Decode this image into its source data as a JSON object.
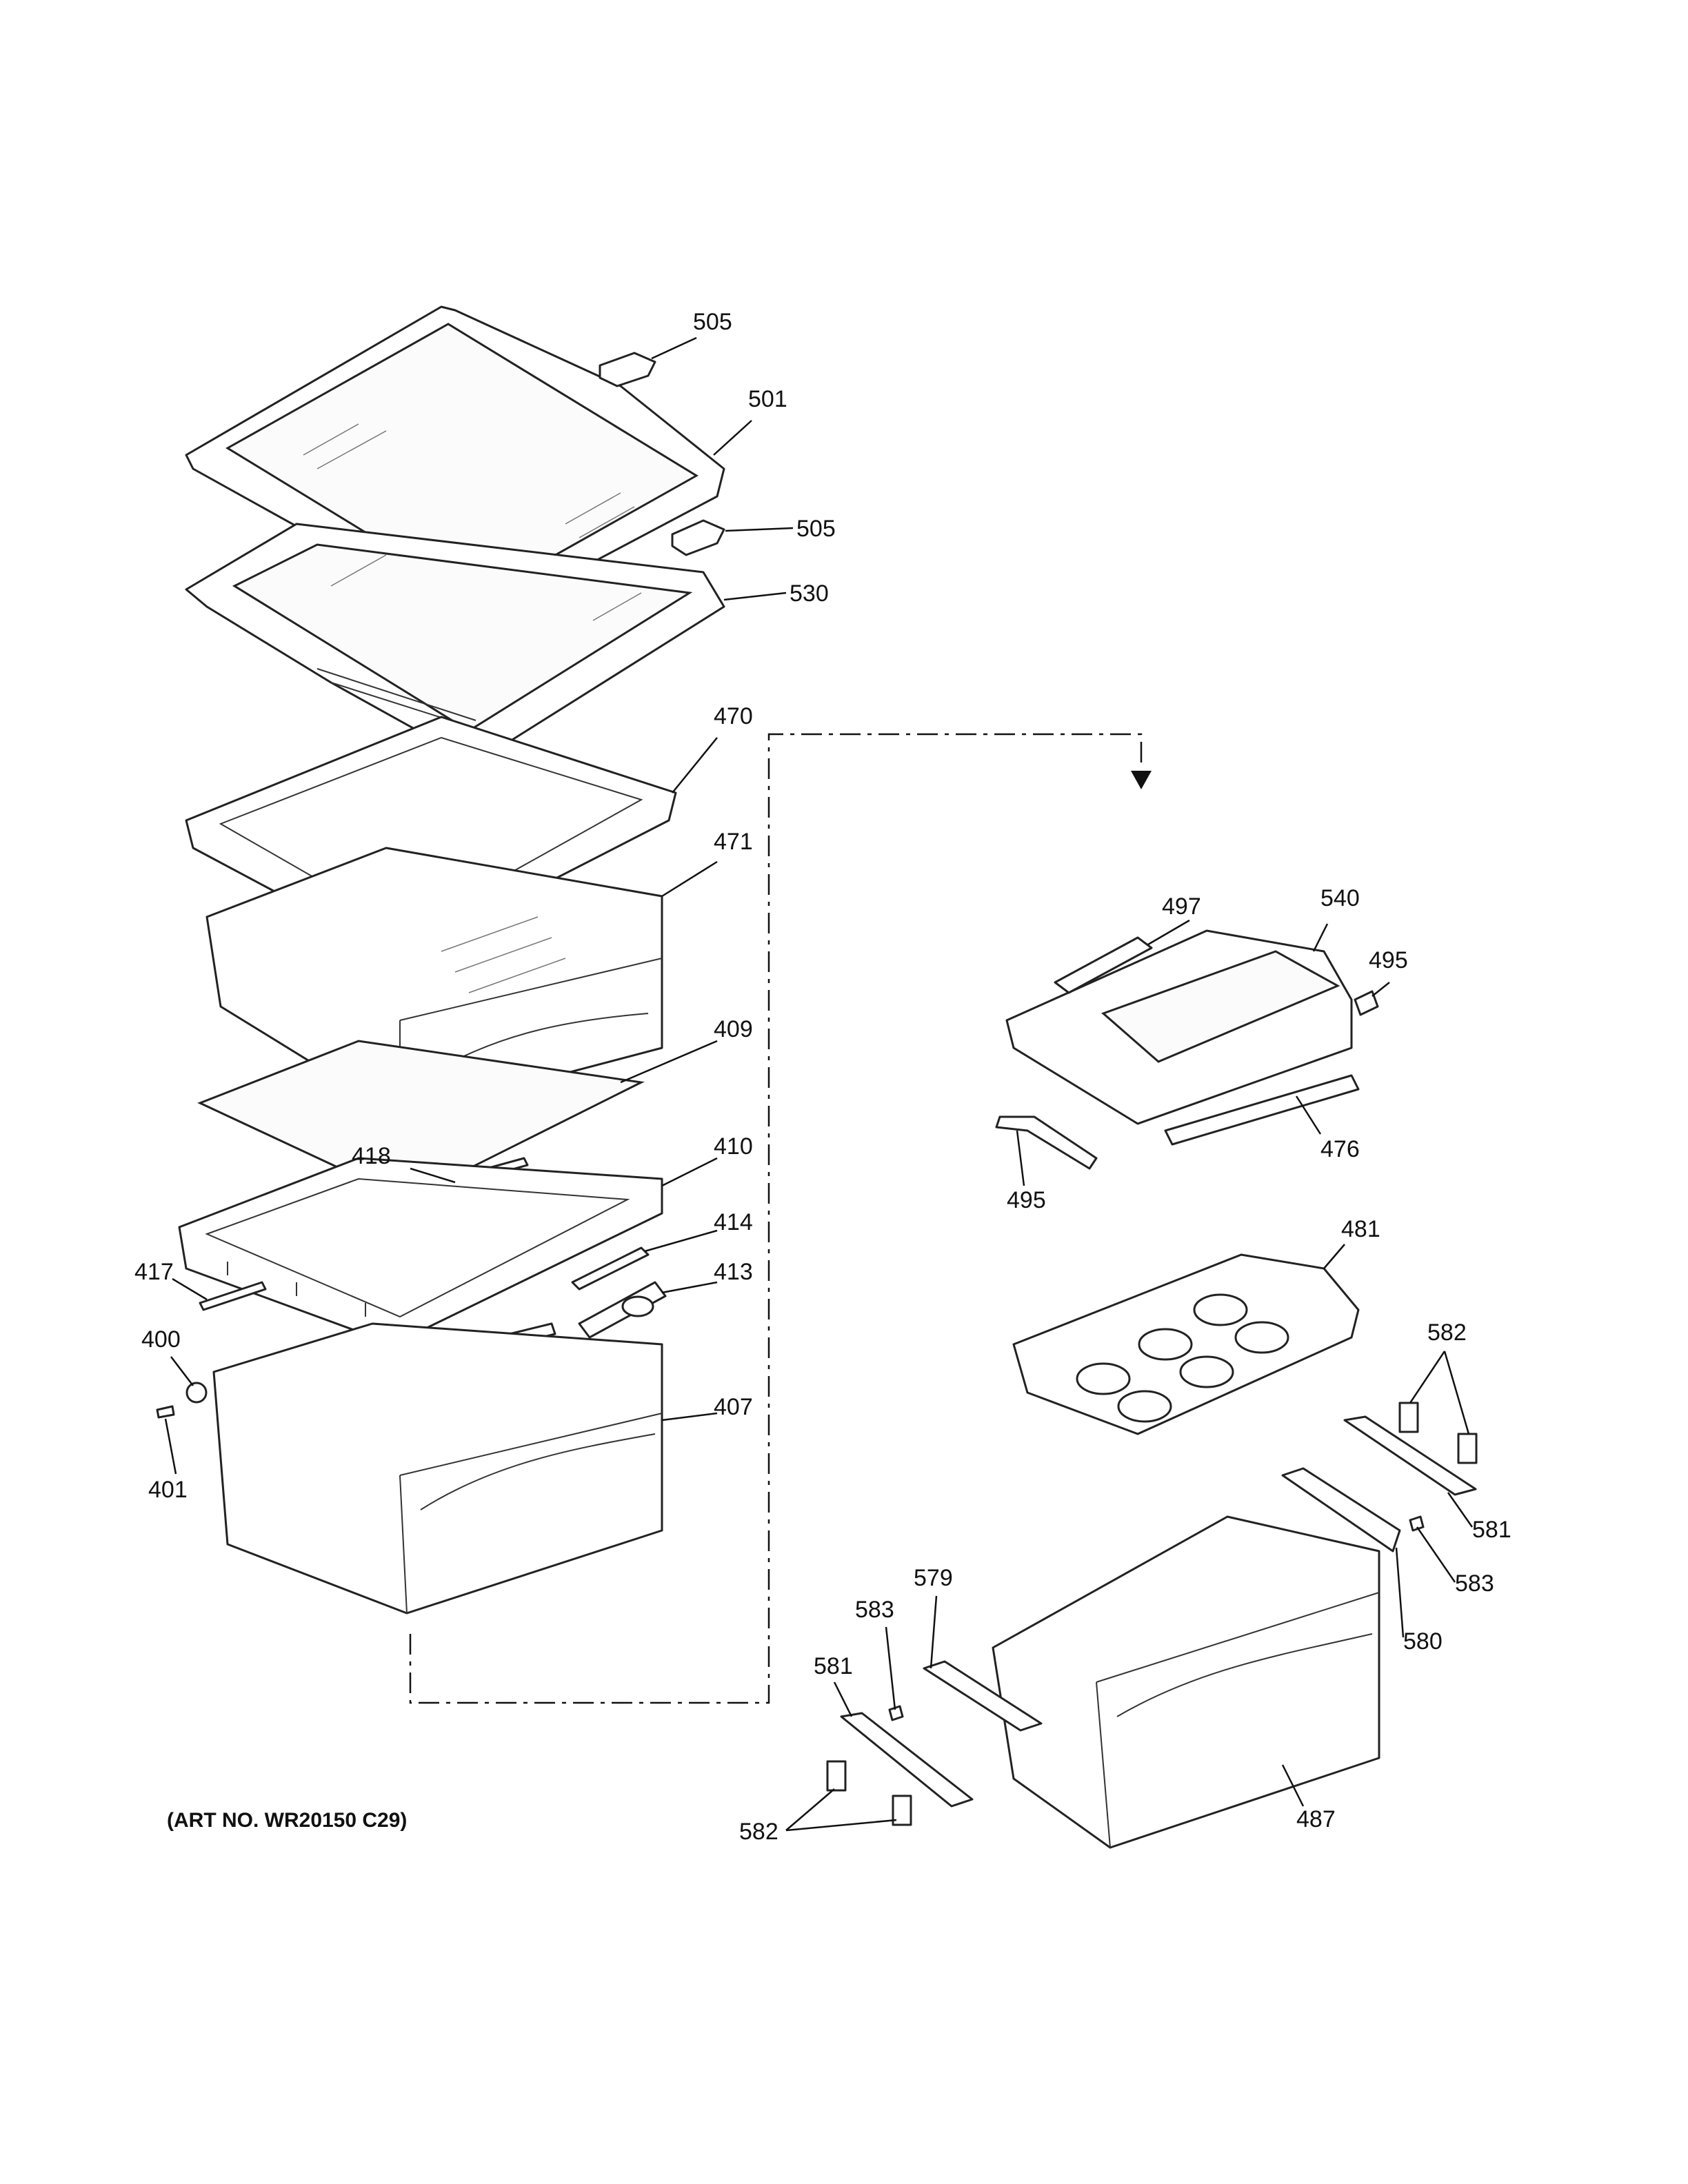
{
  "callouts": [
    {
      "id": "505a",
      "text": "505"
    },
    {
      "id": "501",
      "text": "501"
    },
    {
      "id": "505b",
      "text": "505"
    },
    {
      "id": "530",
      "text": "530"
    },
    {
      "id": "470",
      "text": "470"
    },
    {
      "id": "471",
      "text": "471"
    },
    {
      "id": "409",
      "text": "409"
    },
    {
      "id": "418",
      "text": "418"
    },
    {
      "id": "410",
      "text": "410"
    },
    {
      "id": "414",
      "text": "414"
    },
    {
      "id": "417",
      "text": "417"
    },
    {
      "id": "413",
      "text": "413"
    },
    {
      "id": "400",
      "text": "400"
    },
    {
      "id": "401",
      "text": "401"
    },
    {
      "id": "407",
      "text": "407"
    },
    {
      "id": "497",
      "text": "497"
    },
    {
      "id": "540",
      "text": "540"
    },
    {
      "id": "495a",
      "text": "495"
    },
    {
      "id": "476",
      "text": "476"
    },
    {
      "id": "495b",
      "text": "495"
    },
    {
      "id": "481",
      "text": "481"
    },
    {
      "id": "582a",
      "text": "582"
    },
    {
      "id": "581a",
      "text": "581"
    },
    {
      "id": "583a",
      "text": "583"
    },
    {
      "id": "580",
      "text": "580"
    },
    {
      "id": "579",
      "text": "579"
    },
    {
      "id": "583b",
      "text": "583"
    },
    {
      "id": "581b",
      "text": "581"
    },
    {
      "id": "487",
      "text": "487"
    },
    {
      "id": "582b",
      "text": "582"
    }
  ],
  "art_number": "(ART NO. WR20150 C29)"
}
